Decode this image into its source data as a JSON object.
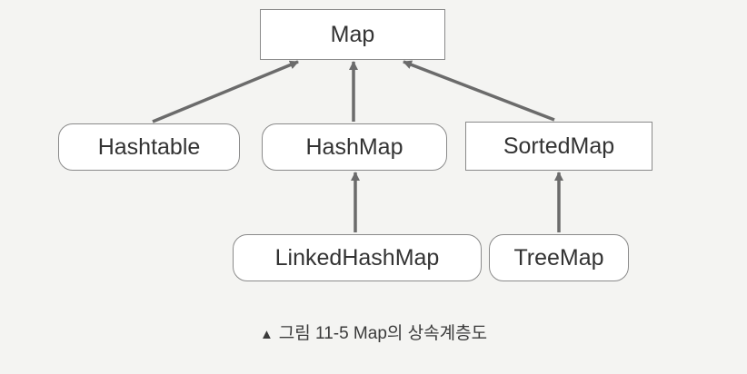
{
  "diagram": {
    "nodes": [
      {
        "id": "map",
        "label": "Map",
        "kind": "interface"
      },
      {
        "id": "hashtable",
        "label": "Hashtable",
        "kind": "class"
      },
      {
        "id": "hashmap",
        "label": "HashMap",
        "kind": "class"
      },
      {
        "id": "sortedmap",
        "label": "SortedMap",
        "kind": "interface"
      },
      {
        "id": "linkedhashmap",
        "label": "LinkedHashMap",
        "kind": "class"
      },
      {
        "id": "treemap",
        "label": "TreeMap",
        "kind": "class"
      }
    ],
    "edges": [
      {
        "from": "hashtable",
        "to": "map"
      },
      {
        "from": "hashmap",
        "to": "map"
      },
      {
        "from": "sortedmap",
        "to": "map"
      },
      {
        "from": "linkedhashmap",
        "to": "hashmap"
      },
      {
        "from": "treemap",
        "to": "sortedmap"
      }
    ],
    "colors": {
      "line": "#6b6b6b",
      "border": "#8a8a8a",
      "background": "#f4f4f2"
    }
  },
  "caption": {
    "marker": "▲",
    "text": "그림 11-5  Map의 상속계층도"
  }
}
